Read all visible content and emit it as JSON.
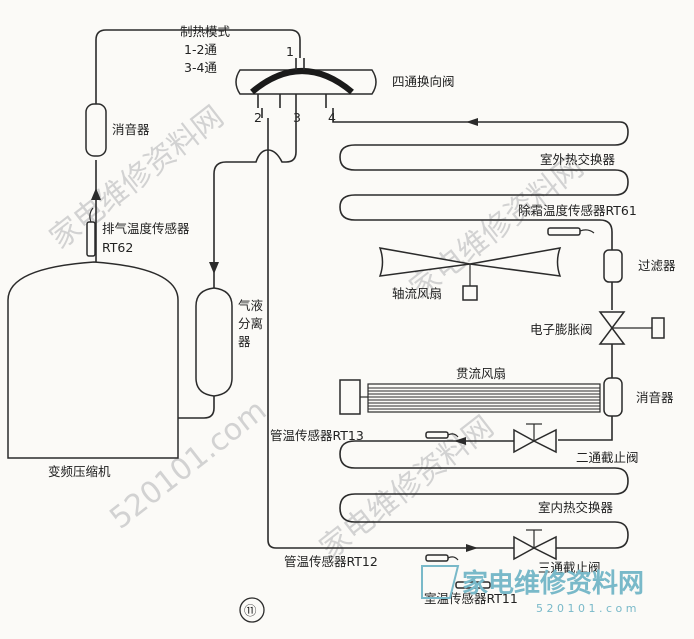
{
  "labels": {
    "mode_title": "制热模式",
    "mode_line1": "1-2通",
    "mode_line2": "3-4通",
    "valve_name": "四通换向阀",
    "port1": "1",
    "port2": "2",
    "port3": "3",
    "port4": "4",
    "muffler_top": "消音器",
    "exhaust_sensor_line1": "排气温度传感器",
    "exhaust_sensor_line2": "RT62",
    "compressor": "变频压缩机",
    "separator_line1": "气液",
    "separator_line2": "分离",
    "separator_line3": "器",
    "outdoor_hx": "室外热交换器",
    "defrost_sensor": "除霜温度传感器RT61",
    "axial_fan": "轴流风扇",
    "filter": "过滤器",
    "exp_valve": "电子膨胀阀",
    "crossflow_fan": "贯流风扇",
    "muffler_right": "消音器",
    "pipe_sensor_rt13": "管温传感器RT13",
    "two_way_valve": "二通截止阀",
    "indoor_hx": "室内热交换器",
    "pipe_sensor_rt12": "管温传感器RT12",
    "three_way_valve": "三通截止阀",
    "room_sensor": "室温传感器RT11",
    "figure_number": "⑪"
  },
  "watermarks": {
    "brand_cn": "家电维修资料网",
    "site": "520101.com",
    "brand_logo": "家电维修资料网",
    "logo_url": "5 2 0 1 0 1 . c o m"
  },
  "colors": {
    "line": "#2b2b2b",
    "watermark": "#d2d2d2",
    "logo": "#79b9c9"
  }
}
